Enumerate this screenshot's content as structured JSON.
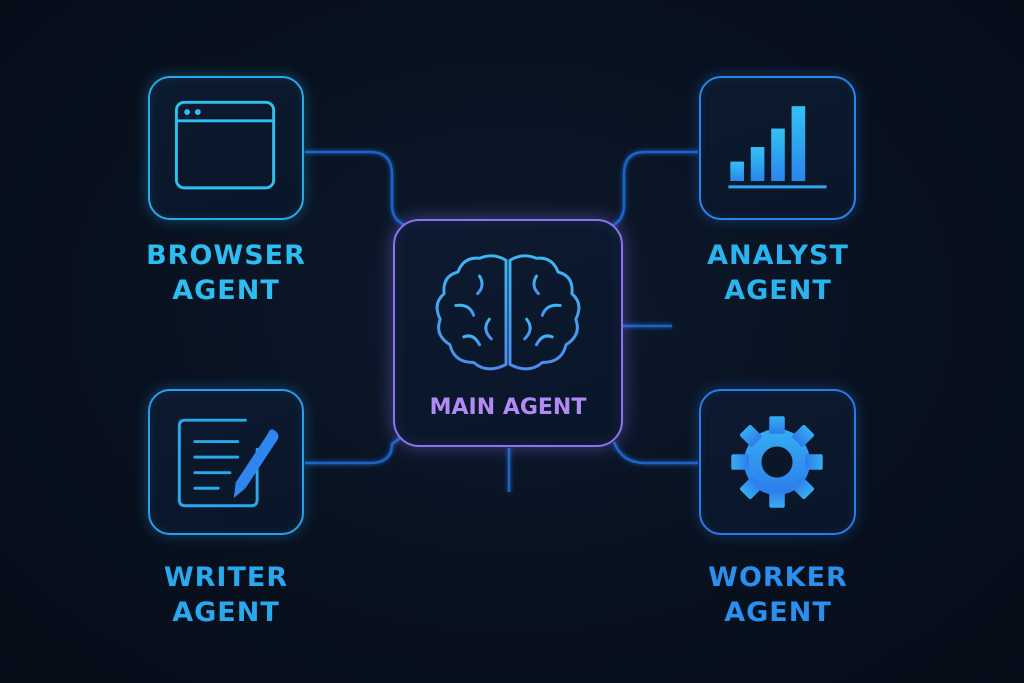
{
  "colors": {
    "background": "#08111f",
    "cyan": "#29b6f0",
    "blue": "#2f7cf0",
    "purple": "#a679f2",
    "line": "#1e63c8"
  },
  "main": {
    "label": "MAIN AGENT",
    "icon": "brain-icon"
  },
  "agents": {
    "browser": {
      "line1": "BROWSER",
      "line2": "AGENT",
      "icon": "browser-window-icon"
    },
    "analyst": {
      "line1": "ANALYST",
      "line2": "AGENT",
      "icon": "bar-chart-icon"
    },
    "writer": {
      "line1": "WRITER",
      "line2": "AGENT",
      "icon": "document-pencil-icon"
    },
    "worker": {
      "line1": "WORKER",
      "line2": "AGENT",
      "icon": "gear-icon"
    }
  }
}
